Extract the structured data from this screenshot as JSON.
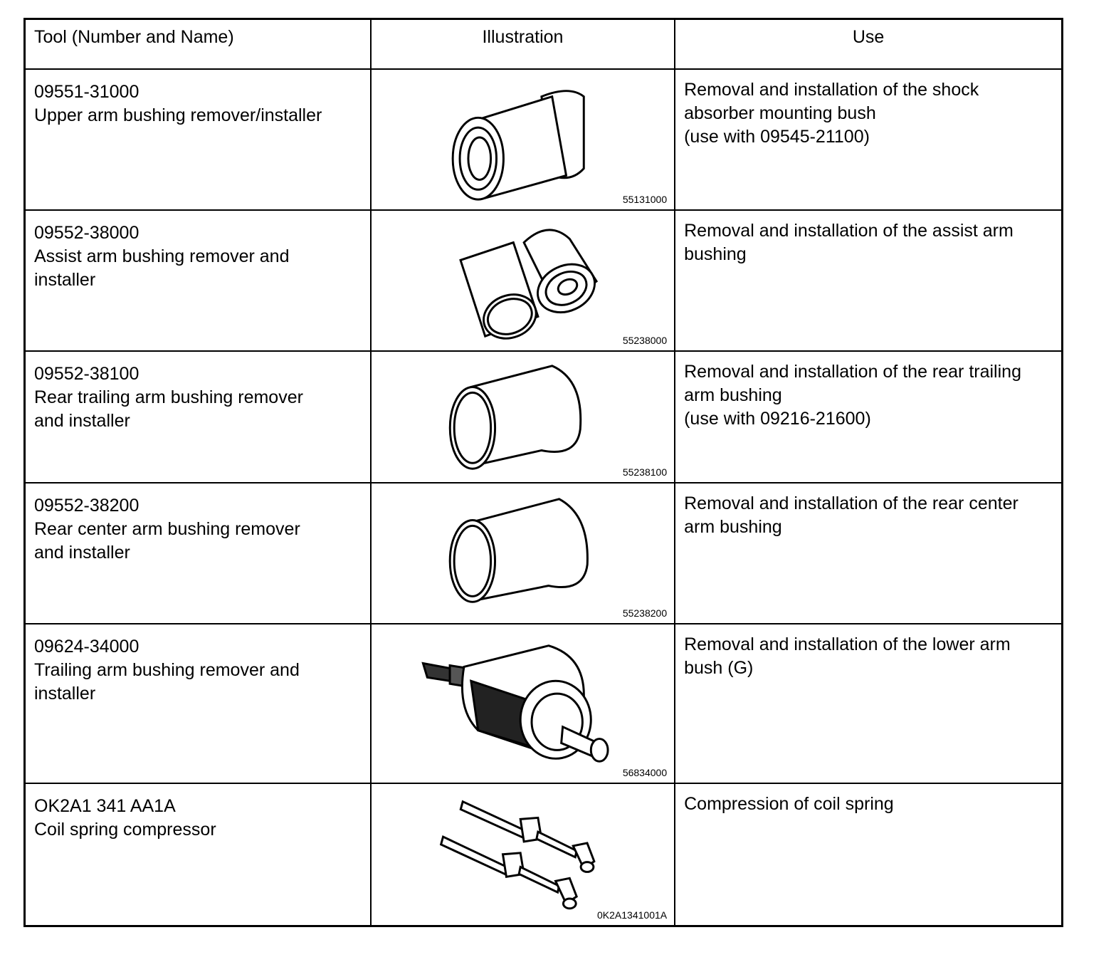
{
  "headers": {
    "tool": "Tool (Number and Name)",
    "illustration": "Illustration",
    "use": "Use"
  },
  "rows": [
    {
      "number": "09551-31000",
      "name_lines": [
        "Upper arm bushing remover/installer"
      ],
      "image_code": "55131000",
      "use_lines": [
        "Removal and installation of the shock",
        "absorber mounting bush",
        "(use with 09545-21100)"
      ],
      "icon": "bushing-tool-icon"
    },
    {
      "number": "09552-38000",
      "name_lines": [
        "Assist arm bushing remover and",
        "installer"
      ],
      "image_code": "55238000",
      "use_lines": [
        "Removal and installation of the assist arm",
        "bushing"
      ],
      "icon": "twin-sleeve-icon"
    },
    {
      "number": "09552-38100",
      "name_lines": [
        "Rear trailing arm bushing remover",
        "and installer"
      ],
      "image_code": "55238100",
      "use_lines": [
        "Removal and installation of the rear trailing",
        "arm bushing",
        "(use with 09216-21600)"
      ],
      "icon": "sleeve-icon"
    },
    {
      "number": "09552-38200",
      "name_lines": [
        "Rear center arm bushing remover",
        "and installer"
      ],
      "image_code": "55238200",
      "use_lines": [
        "Removal and installation of the rear center",
        "arm bushing"
      ],
      "icon": "sleeve-icon"
    },
    {
      "number": "09624-34000",
      "name_lines": [
        "Trailing arm bushing remover and",
        "installer"
      ],
      "image_code": "56834000",
      "use_lines": [
        "Removal and installation of the lower arm",
        "bush (G)"
      ],
      "icon": "screw-press-icon"
    },
    {
      "number": "OK2A1 341 AA1A",
      "name_lines": [
        "Coil spring compressor"
      ],
      "image_code": "0K2A1341001A",
      "use_lines": [
        "Compression of coil spring"
      ],
      "icon": "spring-compressor-icon"
    }
  ]
}
